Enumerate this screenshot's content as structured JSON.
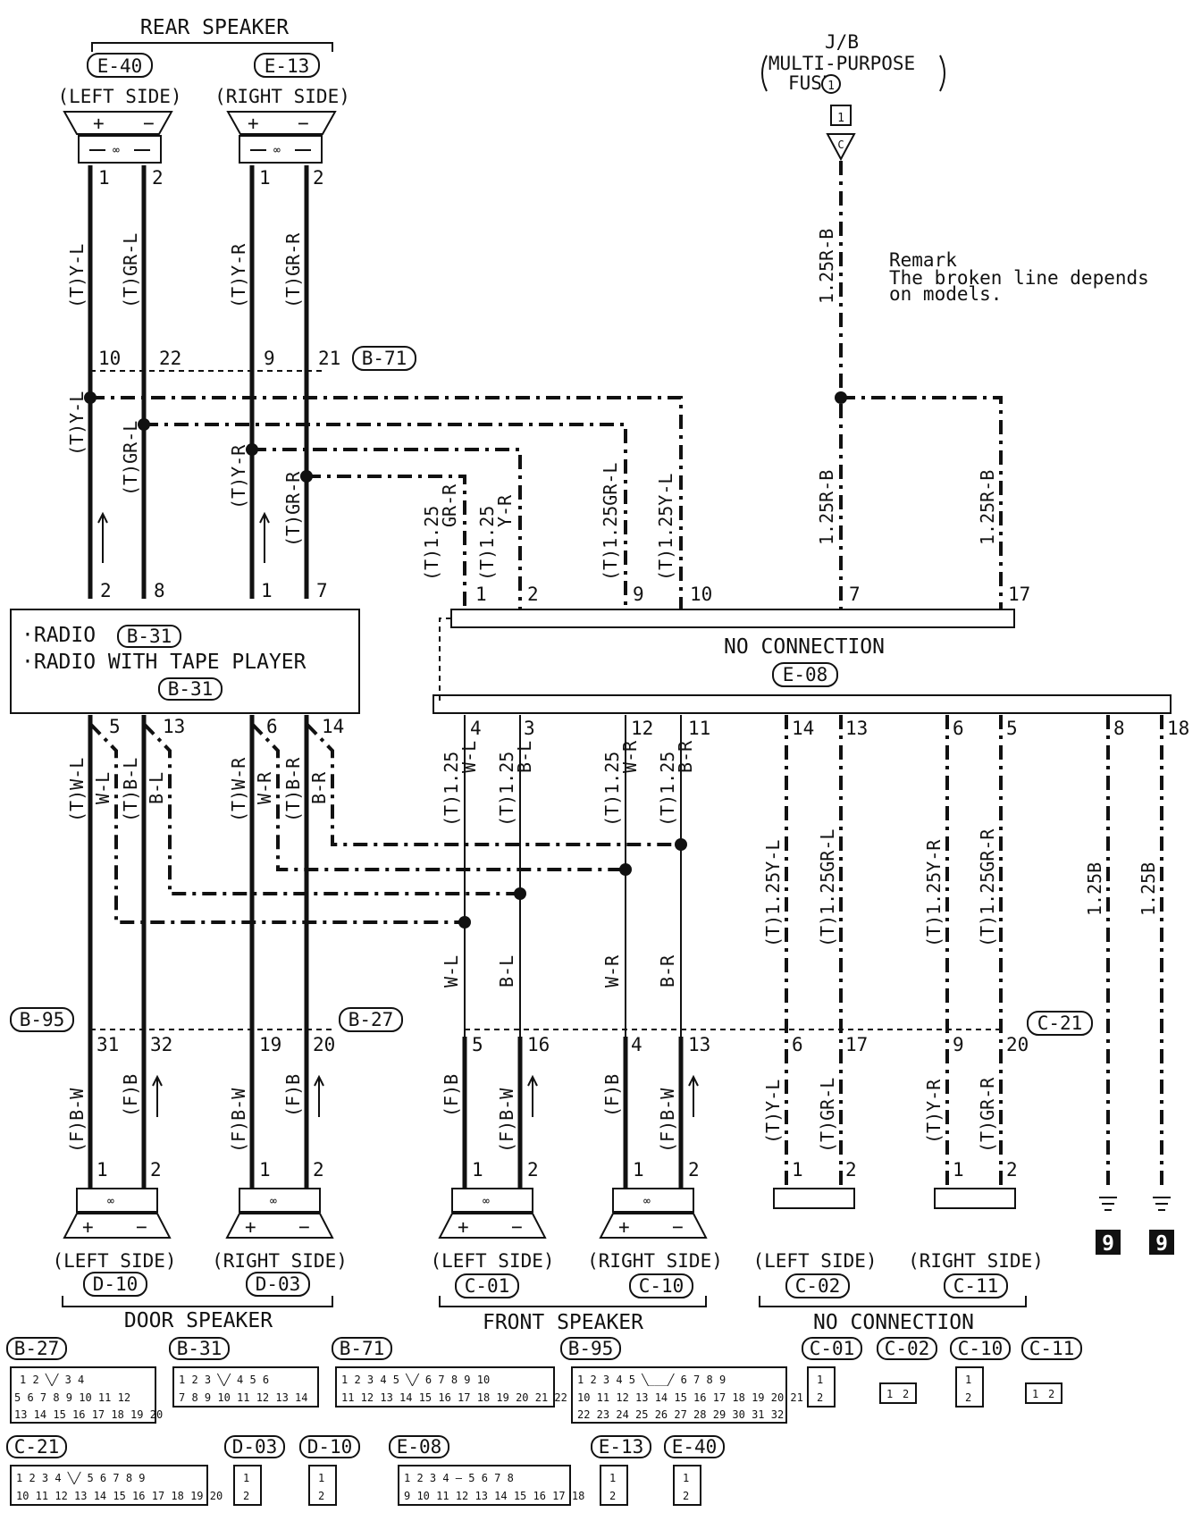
{
  "header": {
    "rear_speaker": "REAR SPEAKER",
    "rear_left_conn": "E-40",
    "rear_right_conn": "E-13",
    "left_side": "(LEFT SIDE)",
    "right_side": "(RIGHT SIDE)",
    "jb_line1": "J/B",
    "jb_line2": "MULTI-PURPOSE",
    "jb_line3": "FUSE",
    "fuse_number": "1",
    "fuse_square": "1",
    "fuse_connector": "C"
  },
  "remark": {
    "line1": "Remark",
    "line2": "The broken line depends",
    "line3": "on models."
  },
  "radio": {
    "line1": "·RADIO",
    "line1_conn": "B-31",
    "line2": "·RADIO WITH TAPE PLAYER",
    "line3_conn": "B-31"
  },
  "connectors": {
    "b71": "B-71",
    "b95": "B-95",
    "b27": "B-27",
    "c21": "C-21",
    "e08": "E-08",
    "e08_label": "NO CONNECTION"
  },
  "wires": {
    "rear_left_pos": "(T)Y-L",
    "rear_left_neg": "(T)GR-L",
    "rear_right_pos": "(T)Y-R",
    "rear_right_neg": "(T)GR-R",
    "mid_y_l": "(T)Y-L",
    "mid_gr_l": "(T)GR-L",
    "mid_y_r": "(T)Y-R",
    "mid_gr_r": "(T)GR-R",
    "fuse_wire": "1.25R-B",
    "fuse_wire2": "1.25R-B",
    "fuse_wire3": "1.25R-B",
    "t125_gr_r_a": "(T)1.25",
    "t125_gr_r_b": "GR-R",
    "t125_y_r_a": "(T)1.25",
    "t125_y_r_b": "Y-R",
    "t125grl": "(T)1.25GR-L",
    "t125yl": "(T)1.25Y-L",
    "out_wl": "(T)W-L",
    "out_wl_short": "W-L",
    "out_bl": "(T)B-L",
    "out_bl_short": "B-L",
    "out_wr": "(T)W-R",
    "out_wr_short": "W-R",
    "out_br": "(T)B-R",
    "out_br_short": "B-R",
    "e08_wl_a": "(T)1.25",
    "e08_wl_b": "W-L",
    "e08_bl_a": "(T)1.25",
    "e08_bl_b": "B-L",
    "e08_wr_a": "(T)1.25",
    "e08_wr_b": "W-R",
    "e08_br_a": "(T)1.25",
    "e08_br_b": "B-R",
    "nc_yl": "(T)1.25Y-L",
    "nc_grl": "(T)1.25GR-L",
    "nc_yr": "(T)1.25Y-R",
    "nc_grr": "(T)1.25GR-R",
    "gnd_a": "1.25B",
    "gnd_b": "1.25B",
    "f_wl": "W-L",
    "f_bl": "B-L",
    "f_wr": "W-R",
    "f_br": "B-R",
    "d_bw1": "(F)B-W",
    "d_b1": "(F)B",
    "d_bw2": "(F)B-W",
    "d_b2": "(F)B",
    "f_b1": "(F)B",
    "f_bw1": "(F)B-W",
    "f_b2": "(F)B",
    "f_bw2": "(F)B-W",
    "nc2_yl": "(T)Y-L",
    "nc2_grl": "(T)GR-L",
    "nc2_yr": "(T)Y-R",
    "nc2_grr": "(T)GR-R"
  },
  "pins": {
    "rear": [
      "1",
      "2",
      "1",
      "2"
    ],
    "b71": [
      "10",
      "22",
      "9",
      "21"
    ],
    "radio_top": [
      "2",
      "8",
      "1",
      "7"
    ],
    "radio_bottom": [
      "5",
      "13",
      "6",
      "14"
    ],
    "e08_top": [
      "1",
      "2",
      "9",
      "10",
      "7",
      "17"
    ],
    "e08_bottom": [
      "4",
      "3",
      "12",
      "11",
      "14",
      "13",
      "6",
      "5",
      "8",
      "18"
    ],
    "b95": [
      "31",
      "32"
    ],
    "b27": [
      "19",
      "20"
    ],
    "c21": [
      "5",
      "16",
      "4",
      "13",
      "6",
      "17",
      "9",
      "20"
    ],
    "bottom_spk": [
      "1",
      "2",
      "1",
      "2",
      "1",
      "2",
      "1",
      "2",
      "1",
      "2",
      "1",
      "2"
    ]
  },
  "bottom": {
    "door_left": "(LEFT SIDE)",
    "door_right": "(RIGHT SIDE)",
    "front_left": "(LEFT SIDE)",
    "front_right": "(RIGHT SIDE)",
    "nc_left": "(LEFT SIDE)",
    "nc_right": "(RIGHT SIDE)",
    "d10": "D-10",
    "d03": "D-03",
    "c01": "C-01",
    "c10": "C-10",
    "c02": "C-02",
    "c11": "C-11",
    "door_speaker": "DOOR SPEAKER",
    "front_speaker": "FRONT SPEAKER",
    "no_connection": "NO CONNECTION",
    "ground": "9"
  },
  "connector_views": {
    "labels_row1": [
      "B-27",
      "B-31",
      "B-71",
      "B-95",
      "C-01",
      "C-02",
      "C-10",
      "C-11"
    ],
    "labels_row2": [
      "C-21",
      "D-03",
      "D-10",
      "E-08",
      "E-13",
      "E-40"
    ],
    "b27_rows": [
      "1 2 ╲╱ 3 4",
      "5 6 7 8 9 10 11 12",
      "13 14 15 16 17 18 19 20"
    ],
    "b31_rows": [
      "1 2 3 ╲╱ 4 5 6",
      "7 8 9 10 11 12 13 14"
    ],
    "b71_rows": [
      "1 2 3 4 5 ╲╱ 6 7 8 9 10",
      "11 12 13 14 15 16 17 18 19 20 21 22"
    ],
    "b95_rows": [
      "1 2 3 4 5 ╲___╱ 6 7 8 9",
      "10 11 12 13 14 15 16 17 18 19 20 21",
      "22 23 24 25 26 27 28 29 30 31 32"
    ],
    "c21_rows": [
      "1 2 3 4 ╲╱ 5 6 7 8 9",
      "10 11 12 13 14 15 16 17 18 19 20"
    ],
    "e08_rows": [
      "1 2 3 4 — 5 6 7 8",
      "9 10 11 12 13 14 15 16 17 18"
    ],
    "two_pin": [
      "1",
      "2"
    ]
  }
}
